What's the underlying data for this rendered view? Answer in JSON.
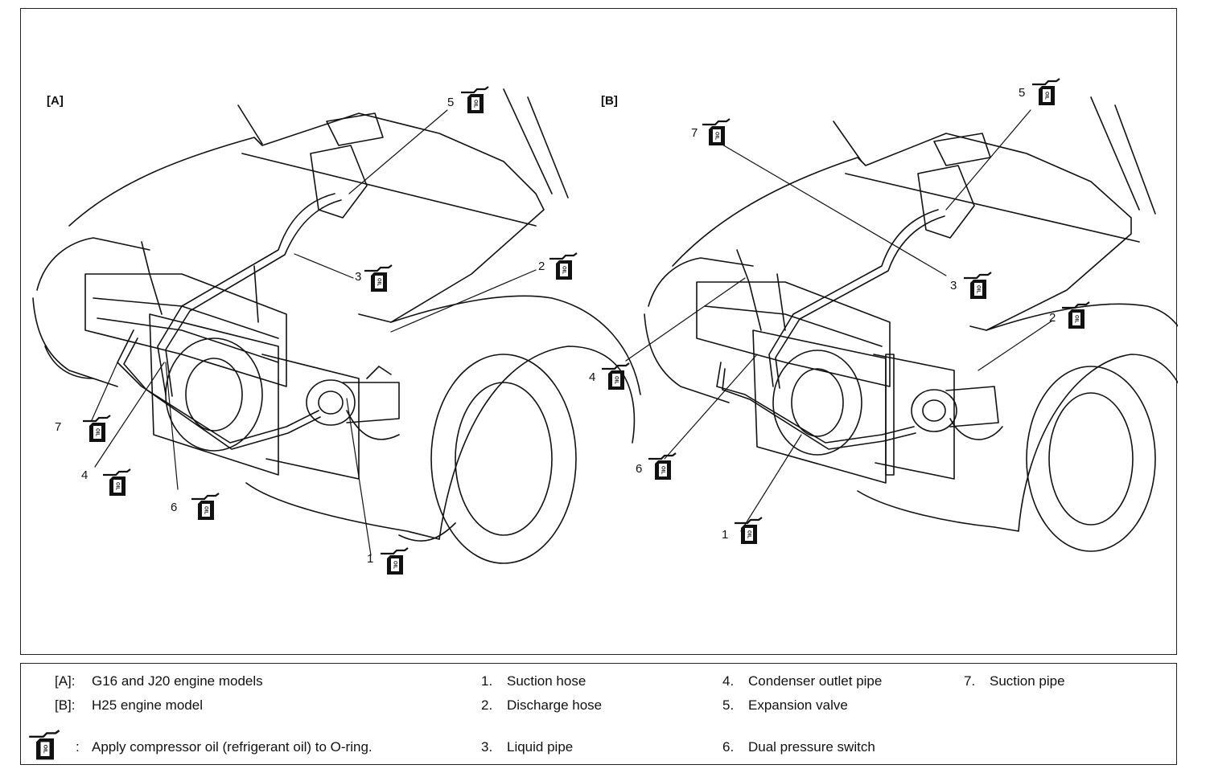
{
  "panels": {
    "a": {
      "tag": "[A]",
      "callouts": [
        {
          "id": "1",
          "label": "1"
        },
        {
          "id": "2",
          "label": "2"
        },
        {
          "id": "3",
          "label": "3"
        },
        {
          "id": "4",
          "label": "4"
        },
        {
          "id": "5",
          "label": "5"
        },
        {
          "id": "6",
          "label": "6"
        },
        {
          "id": "7",
          "label": "7"
        }
      ]
    },
    "b": {
      "tag": "[B]",
      "callouts": [
        {
          "id": "1",
          "label": "1"
        },
        {
          "id": "2",
          "label": "2"
        },
        {
          "id": "3",
          "label": "3"
        },
        {
          "id": "4",
          "label": "4"
        },
        {
          "id": "5",
          "label": "5"
        },
        {
          "id": "6",
          "label": "6"
        },
        {
          "id": "7",
          "label": "7"
        }
      ]
    }
  },
  "icon": {
    "name": "oil-can-icon",
    "text": "OIL"
  },
  "legend": {
    "a_key": "[A]:",
    "a_text": "G16 and J20 engine models",
    "b_key": "[B]:",
    "b_text": "H25 engine model",
    "icon_sep": ":",
    "icon_text": "Apply compressor oil (refrigerant oil) to O-ring.",
    "items": [
      {
        "num": "1.",
        "text": "Suction hose"
      },
      {
        "num": "2.",
        "text": "Discharge hose"
      },
      {
        "num": "3.",
        "text": "Liquid pipe"
      },
      {
        "num": "4.",
        "text": "Condenser outlet pipe"
      },
      {
        "num": "5.",
        "text": "Expansion valve"
      },
      {
        "num": "6.",
        "text": "Dual pressure switch"
      },
      {
        "num": "7.",
        "text": "Suction pipe"
      }
    ]
  }
}
